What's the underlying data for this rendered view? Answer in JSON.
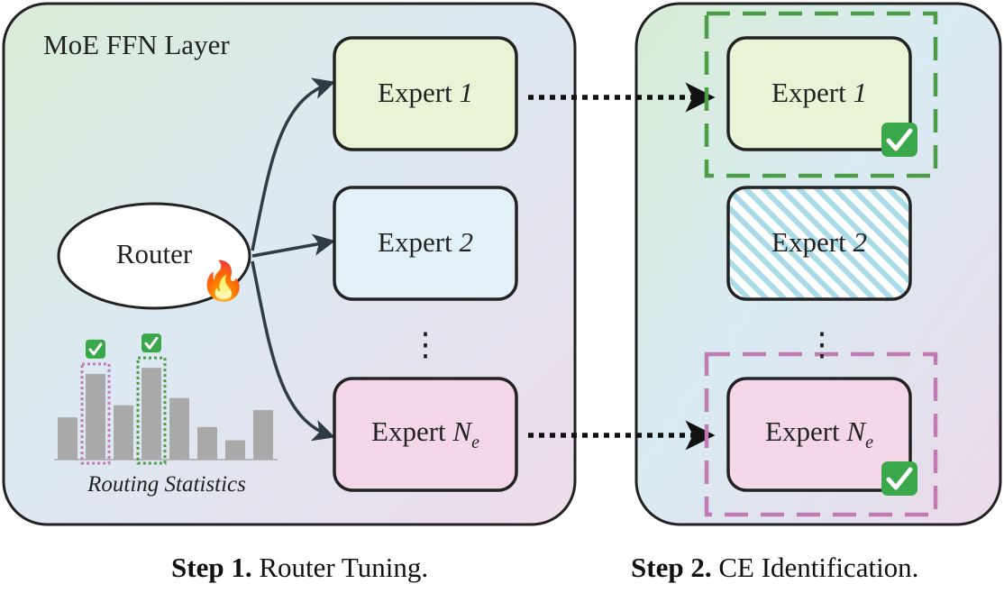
{
  "panel1": {
    "title": "MoE FFN Layer",
    "router_label": "Router",
    "experts": [
      {
        "prefix": "Expert",
        "index": "1"
      },
      {
        "prefix": "Expert",
        "index": "2"
      },
      {
        "prefix": "Expert",
        "index": "N",
        "subscript": "e"
      }
    ],
    "vdots": "⋮",
    "stats_label": "Routing Statistics",
    "routing_stats": [
      0.35,
      0.71,
      0.45,
      0.76,
      0.51,
      0.27,
      0.16,
      0.41
    ],
    "selected_bars": [
      1,
      3
    ],
    "fire_icon": "🔥"
  },
  "panel2": {
    "experts": [
      {
        "prefix": "Expert",
        "index": "1",
        "state": "selected"
      },
      {
        "prefix": "Expert",
        "index": "2",
        "state": "excluded"
      },
      {
        "prefix": "Expert",
        "index": "N",
        "subscript": "e",
        "state": "selected"
      }
    ],
    "vdots": "⋮"
  },
  "captions": {
    "step1_bold": "Step 1.",
    "step1_text": "Router Tuning.",
    "step2_bold": "Step 2.",
    "step2_text": "CE Identification."
  },
  "colors": {
    "expert1_fill": "#e9f3d5",
    "expert2_fill": "#e2f1f7",
    "expertN_fill": "#f3d7e8",
    "green_dash": "#4b9e45",
    "pink_dash": "#c27ab5",
    "check_green": "#3aa84a",
    "bar_gray": "#a9a9a9",
    "arrow_dark": "#2f3b45"
  }
}
